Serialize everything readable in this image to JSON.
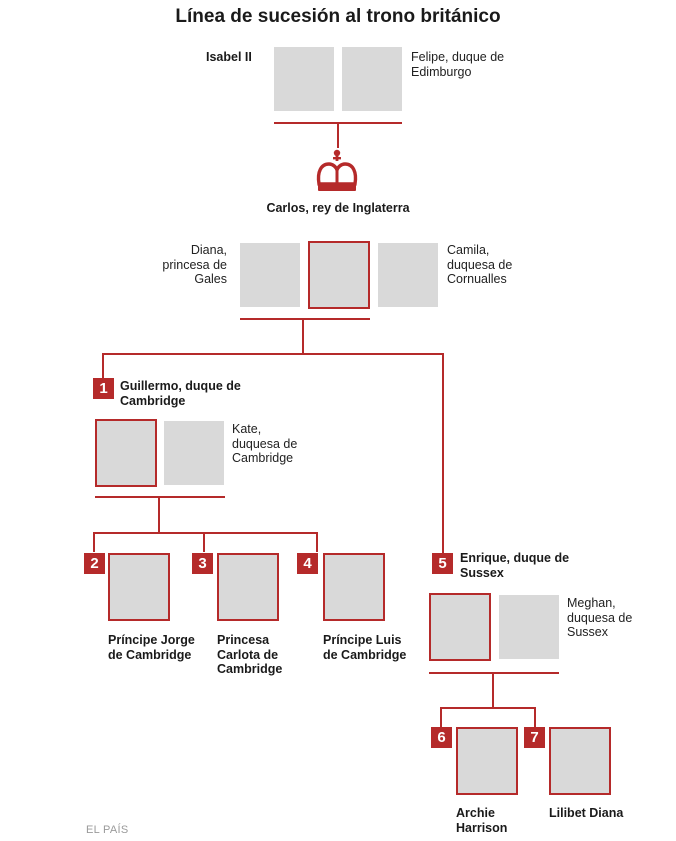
{
  "title": "Línea de sucesión al trono británico",
  "colors": {
    "accent": "#b52a2a",
    "photo_placeholder": "#d9d9d9"
  },
  "people": {
    "isabel": "Isabel II",
    "felipe": "Felipe, duque de Edimburgo",
    "carlos": "Carlos, rey de Inglaterra",
    "diana": "Diana, princesa de Gales",
    "camila": "Camila, duquesa de Cornualles",
    "guillermo": "Guillermo, duque de Cambridge",
    "kate": "Kate, duquesa de Cambridge",
    "jorge": "Príncipe Jorge de Cambridge",
    "carlota": "Princesa Carlota de Cambridge",
    "luis": "Príncipe Luis de Cambridge",
    "enrique": "Enrique, duque de Sussex",
    "meghan": "Meghan, duquesa de Sussex",
    "archie": "Archie Harrison",
    "lilibet": "Lilibet Diana"
  },
  "succession_numbers": {
    "guillermo": "1",
    "jorge": "2",
    "carlota": "3",
    "luis": "4",
    "enrique": "5",
    "archie": "6",
    "lilibet": "7"
  },
  "icons": {
    "crown": "crown-icon"
  },
  "footer": "EL PAÍS"
}
